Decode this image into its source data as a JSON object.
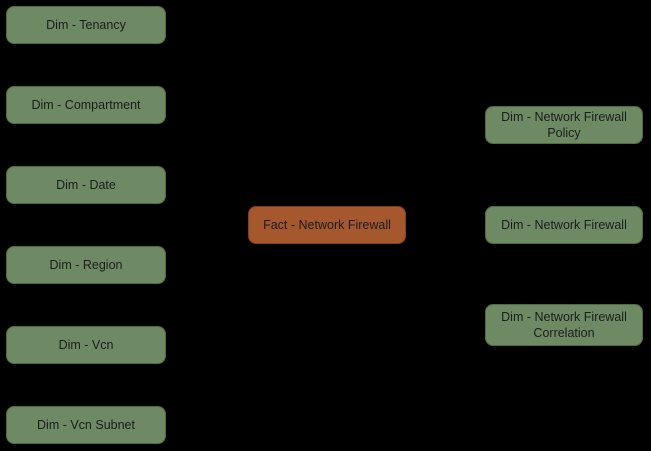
{
  "diagram": {
    "type": "star-schema",
    "colors": {
      "background": "#000000",
      "dimension_fill": "#6e8a64",
      "dimension_border": "#51693f",
      "fact_fill": "#a5572e",
      "fact_border": "#7e4122",
      "node_text": "#1c1c1c"
    },
    "left_nodes": [
      {
        "label": "Dim - Tenancy"
      },
      {
        "label": "Dim - Compartment"
      },
      {
        "label": "Dim - Date"
      },
      {
        "label": "Dim - Region"
      },
      {
        "label": "Dim - Vcn"
      },
      {
        "label": "Dim - Vcn Subnet"
      }
    ],
    "fact_node": {
      "label": "Fact - Network Firewall"
    },
    "right_nodes": [
      {
        "label": "Dim - Network Firewall Policy"
      },
      {
        "label": "Dim - Network Firewall"
      },
      {
        "label": "Dim - Network Firewall Correlation"
      }
    ]
  }
}
